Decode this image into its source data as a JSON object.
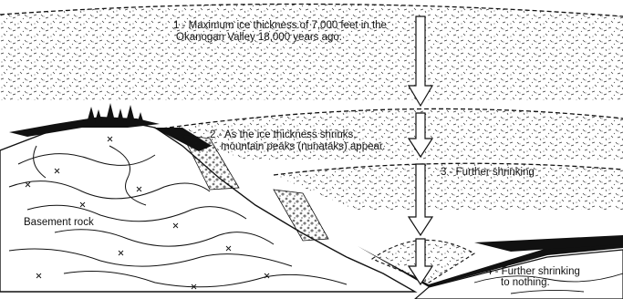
{
  "labels": {
    "stage1_line1": "1 - Maximum ice thickness of 7,000 feet in the",
    "stage1_line2": "Okanogan Valley 18,000 years ago.",
    "stage2_line1": "2 - As the ice thickness shrinks,",
    "stage2_line2": "mountain peaks (nunataks) appear.",
    "stage3": "3 - Further shrinking",
    "stage4_line1": "4 - Further shrinking",
    "stage4_line2": "to nothing.",
    "basement": "Basement rock"
  },
  "colors": {
    "ink": "#111111",
    "paper": "#ffffff"
  },
  "icons": {
    "arrow": "downward-arrow",
    "tree": "conifer-tree"
  }
}
